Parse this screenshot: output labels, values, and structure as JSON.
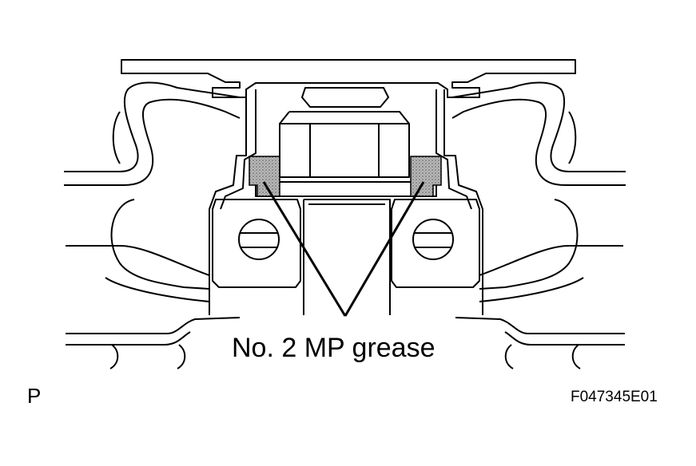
{
  "callout": {
    "text": "No. 2 MP grease"
  },
  "view_letter": "P",
  "figure_id": "F047345E01",
  "colors": {
    "line": "#000000",
    "grease": "#9e9e9e",
    "background": "#ffffff"
  }
}
